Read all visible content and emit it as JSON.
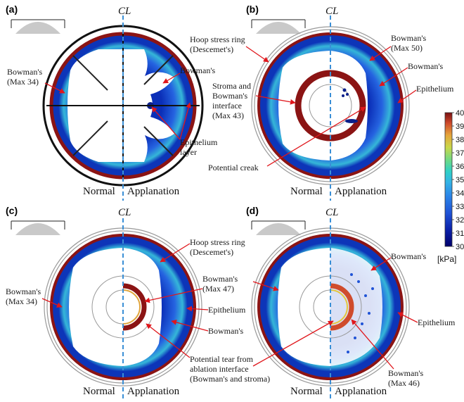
{
  "centerline_symbol": "CL",
  "panel_a": {
    "tag": "(a)",
    "bowmans_max": [
      "Bowman's",
      "(Max 34)"
    ],
    "bowmans": "Bowman's",
    "epithelium_layer": [
      "Epithelium",
      "layer"
    ],
    "normal": "Normal",
    "applanation": "Applanation"
  },
  "panel_b": {
    "tag": "(b)",
    "hoop_ring": [
      "Hoop stress ring",
      "(Descemet's)"
    ],
    "bowmans_max": [
      "Bowman's",
      "(Max 50)"
    ],
    "bowmans": "Bowman's",
    "interface": [
      "Stroma and",
      "Bowman's",
      "interface",
      "(Max 43)"
    ],
    "epithelium": "Epithelium",
    "creak": "Potential creak",
    "normal": "Normal",
    "applanation": "Applanation"
  },
  "panel_c": {
    "tag": "(c)",
    "hoop_ring": [
      "Hoop stress ring",
      "(Descemet's)"
    ],
    "bowmans_left": [
      "Bowman's",
      "(Max 34)"
    ],
    "bowmans_max": [
      "Bowman's",
      "(Max 47)"
    ],
    "epithelium": "Epithelium",
    "bowmans": "Bowman's",
    "tear": [
      "Potential tear from",
      "ablation interface",
      "(Bowman's and stroma)"
    ],
    "normal": "Normal",
    "applanation": "Applanation"
  },
  "panel_d": {
    "tag": "(d)",
    "bowmans": "Bowman's",
    "epithelium": "Epithelium",
    "bowmans_max": [
      "Bowman's",
      "(Max 46)"
    ],
    "normal": "Normal",
    "applanation": "Applanation"
  },
  "colorbar": {
    "ticks": [
      "40",
      "39",
      "38",
      "37",
      "36",
      "35",
      "34",
      "33",
      "32",
      "31",
      "30"
    ],
    "unit": "[kPa]",
    "min": 30,
    "max": 40,
    "colors": [
      "#00006b",
      "#0a1fa8",
      "#1f53d6",
      "#2b86e8",
      "#33b3e6",
      "#2fd0c7",
      "#69d98a",
      "#c9d84a",
      "#e5a63b",
      "#cf4b2c",
      "#7a0f12"
    ]
  }
}
